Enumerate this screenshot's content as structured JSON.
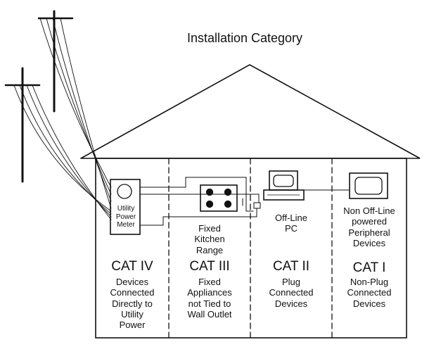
{
  "title": "Installation Category",
  "meter_label": "Utility\nPower\nMeter",
  "devices": {
    "kitchen_range": "Fixed\nKitchen\nRange",
    "offline_pc": "Off-Line\nPC",
    "peripheral": "Non Off-Line\npowered\nPeripheral\nDevices"
  },
  "categories": [
    {
      "name": "CAT IV",
      "description": "Devices\nConnected\nDirectly to\nUtility\nPower"
    },
    {
      "name": "CAT III",
      "description": "Fixed\nAppliances\nnot Tied to\nWall Outlet"
    },
    {
      "name": "CAT II",
      "description": "Plug\nConnected\nDevices"
    },
    {
      "name": "CAT I",
      "description": "Non-Plug\nConnected\nDevices"
    }
  ],
  "colors": {
    "line": "#111111",
    "background": "#ffffff"
  },
  "icons": [
    "utility-pole-icon",
    "power-meter-icon",
    "stove-icon",
    "computer-icon",
    "monitor-icon"
  ]
}
